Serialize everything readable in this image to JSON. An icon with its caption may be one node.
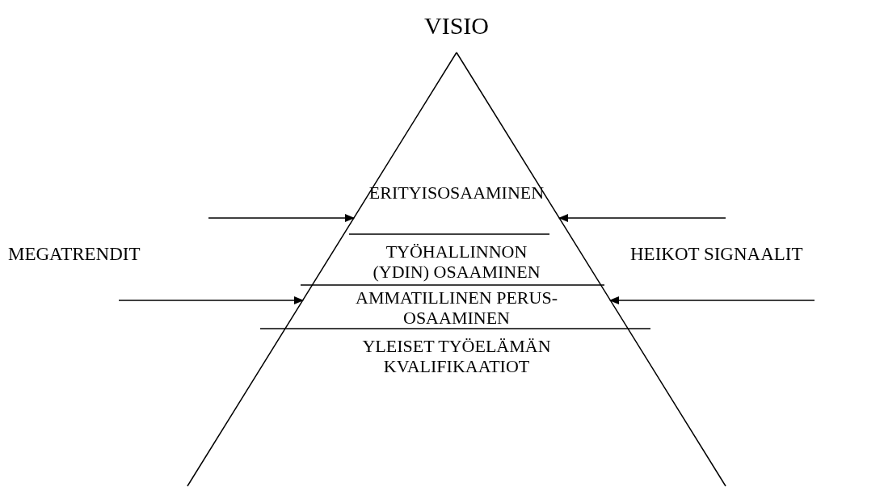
{
  "diagram": {
    "nodes": [
      {
        "text": [
          "VISIO"
        ]
      },
      {
        "text": [
          "ERITYISOSAAMINEN"
        ],
        "in": 0
      },
      {
        "text": [
          "TYÖHALLINNON (YDIN) OSAAMINEN"
        ],
        "in": 0
      },
      {
        "text": [
          "AMMATILLINEN PERUS- OSAAMINEN"
        ],
        "in": 0
      },
      {
        "text": [
          "YLEISET TYÖELÄMÄN KVALIFIKAATIOT"
        ],
        "in": 0
      }
    ],
    "edges": [
      {
        "from": null,
        "to": 1,
        "arrow": "to"
      },
      {
        "from": null,
        "to": 1,
        "arrow": "to"
      },
      {
        "from": null,
        "to": 3,
        "arrow": "to"
      },
      {
        "from": null,
        "to": 3,
        "arrow": "to"
      }
    ],
    "labels": [
      "MEGATRENDIT",
      "HEIKOT SIGNAALIT"
    ]
  }
}
